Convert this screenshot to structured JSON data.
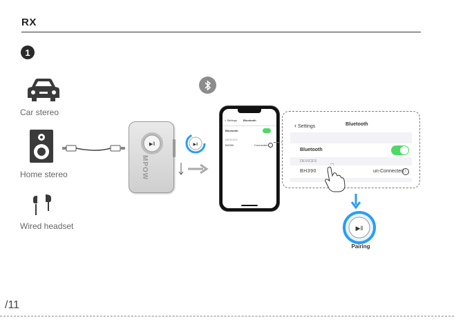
{
  "section": {
    "title": "RX",
    "step_number": "1"
  },
  "sources": {
    "car_label": "Car stereo",
    "home_label": "Home stereo",
    "headset_label": "Wired headset"
  },
  "device": {
    "brand": "MPOW"
  },
  "phone_settings": {
    "back_label": "Settings",
    "title": "Bluetooth",
    "bluetooth_label": "Bluetooth",
    "devices_header": "DEVICES",
    "device_name": "BH390",
    "device_status": "Connected",
    "zoom_device_status": "un-Connected"
  },
  "pairing": {
    "label": "Pairing"
  },
  "page": {
    "number": "/11"
  },
  "colors": {
    "accent_blue": "#2a9df4",
    "toggle_green": "#4cd964",
    "arrow_grey": "#aaaaaa"
  }
}
